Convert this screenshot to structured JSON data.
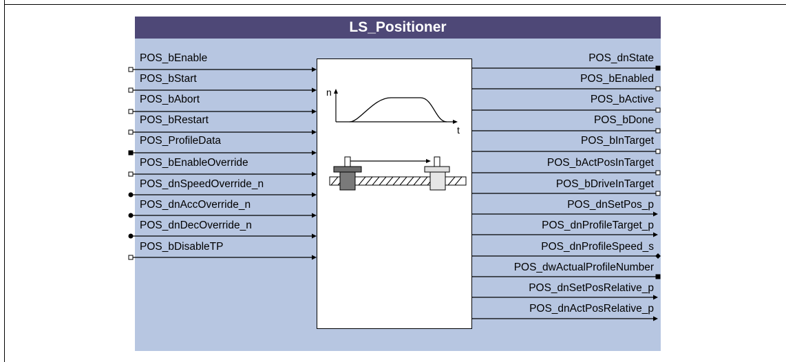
{
  "block": {
    "title": "LS_Positioner",
    "colors": {
      "title_bg": "#4e4877",
      "body_bg": "#b7c6e1"
    }
  },
  "graph": {
    "axis_y": "n",
    "axis_x": "t"
  },
  "inputs": [
    {
      "name": "POS_bEnable",
      "marker": "hollow-square"
    },
    {
      "name": "POS_bStart",
      "marker": "hollow-square"
    },
    {
      "name": "POS_bAbort",
      "marker": "hollow-square"
    },
    {
      "name": "POS_bRestart",
      "marker": "hollow-square"
    },
    {
      "name": "POS_ProfileData",
      "marker": "filled-square"
    },
    {
      "name": "POS_bEnableOverride",
      "marker": "hollow-square"
    },
    {
      "name": "POS_dnSpeedOverride_n",
      "marker": "filled-circle"
    },
    {
      "name": "POS_dnAccOverride_n",
      "marker": "filled-circle"
    },
    {
      "name": "POS_dnDecOverride_n",
      "marker": "filled-circle"
    },
    {
      "name": "POS_bDisableTP",
      "marker": "hollow-square"
    }
  ],
  "outputs": [
    {
      "name": "POS_dnState",
      "marker": "filled-square"
    },
    {
      "name": "POS_bEnabled",
      "marker": "hollow-square"
    },
    {
      "name": "POS_bActive",
      "marker": "hollow-square"
    },
    {
      "name": "POS_bDone",
      "marker": "hollow-square"
    },
    {
      "name": "POS_bInTarget",
      "marker": "hollow-square"
    },
    {
      "name": "POS_bActPosInTarget",
      "marker": "hollow-square"
    },
    {
      "name": "POS_bDriveInTarget",
      "marker": "hollow-square"
    },
    {
      "name": "POS_dnSetPos_p",
      "marker": "arrow"
    },
    {
      "name": "POS_dnProfileTarget_p",
      "marker": "arrow"
    },
    {
      "name": "POS_dnProfileSpeed_s",
      "marker": "diamond"
    },
    {
      "name": "POS_dwActualProfileNumber",
      "marker": "filled-square"
    },
    {
      "name": "POS_dnSetPosRelative_p",
      "marker": "arrow"
    },
    {
      "name": "POS_dnActPosRelative_p",
      "marker": "arrow"
    }
  ]
}
